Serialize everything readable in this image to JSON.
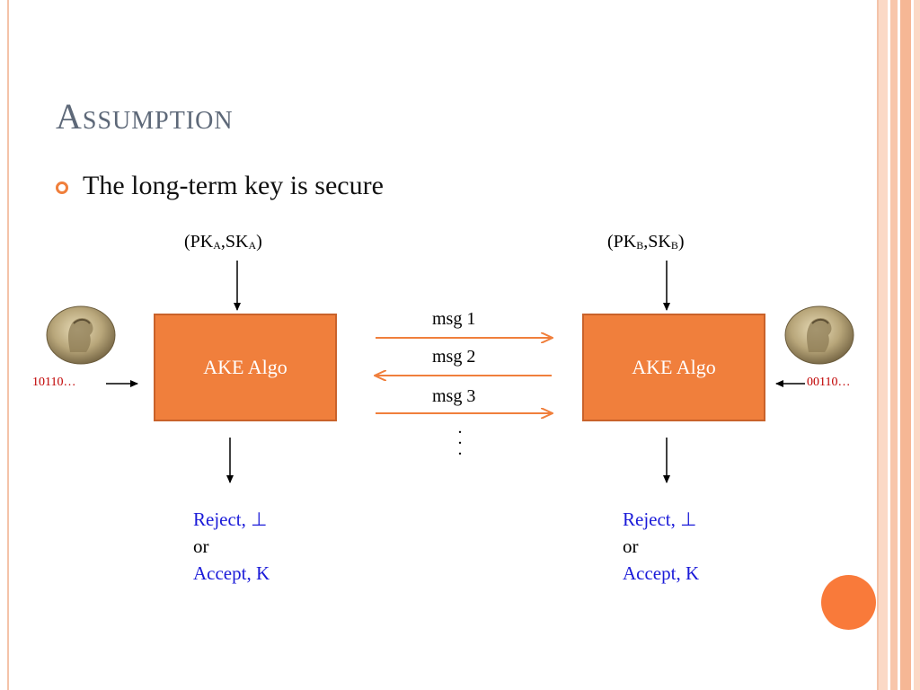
{
  "slide": {
    "title": "Assumption",
    "bullet": "The long-term key is secure"
  },
  "party_a": {
    "key_pk": "PK",
    "key_pk_sub": "A",
    "key_sk": "SK",
    "key_sk_sub": "A",
    "box_label": "AKE Algo",
    "bits": "10110…",
    "coin_icon": "coin-icon",
    "result_reject": "Reject, ⊥",
    "result_or": "or",
    "result_accept": "Accept, K"
  },
  "party_b": {
    "key_pk": "PK",
    "key_pk_sub": "B",
    "key_sk": "SK",
    "key_sk_sub": "B",
    "box_label": "AKE Algo",
    "bits": "00110…",
    "coin_icon": "coin-icon",
    "result_reject": "Reject, ⊥",
    "result_or": "or",
    "result_accept": "Accept, K"
  },
  "messages": [
    "msg 1",
    "msg 2",
    "msg 3"
  ],
  "ellipsis": ". . .",
  "colors": {
    "accent": "#f07f3c",
    "title": "#5d6878",
    "blue": "#1a1ad8",
    "red": "#c00000"
  }
}
